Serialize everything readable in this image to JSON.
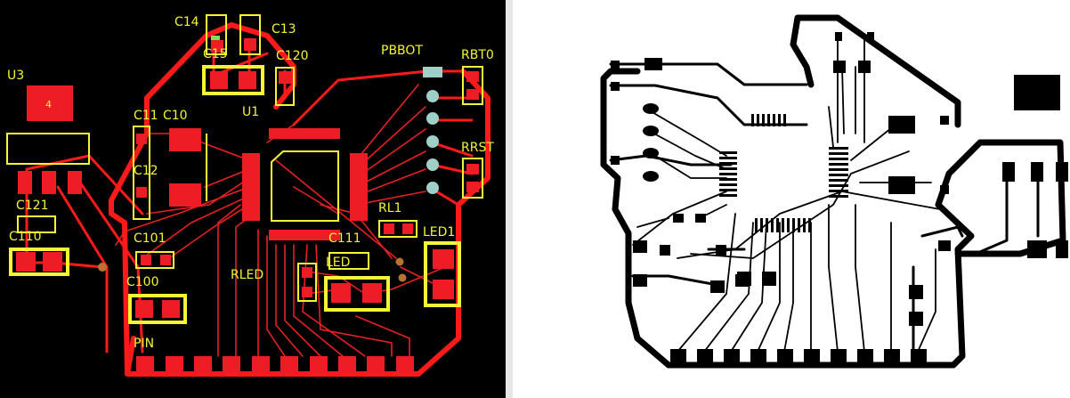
{
  "layout_view": {
    "labels": {
      "u3": "U3",
      "u3_pad": "4",
      "c14": "C14",
      "c13": "C13",
      "c15": "C15",
      "c120": "C120",
      "pbbot": "PBBOT",
      "rbt0": "RBT0",
      "u1": "U1",
      "c11": "C11",
      "c10": "C10",
      "c12": "C12",
      "rrst": "RRST",
      "c121": "C121",
      "c110": "C110",
      "rl1": "RL1",
      "c101": "C101",
      "led1": "LED1",
      "c111": "C111",
      "led": "LED",
      "rled": "RLED",
      "c100": "C100",
      "pin": "PIN"
    }
  },
  "colors": {
    "board_background": "#000000",
    "copper": "#ee1c25",
    "silkscreen": "#f5f536",
    "via": "#9fd0c8",
    "gerber_ink": "#000000",
    "gerber_background": "#ffffff"
  }
}
